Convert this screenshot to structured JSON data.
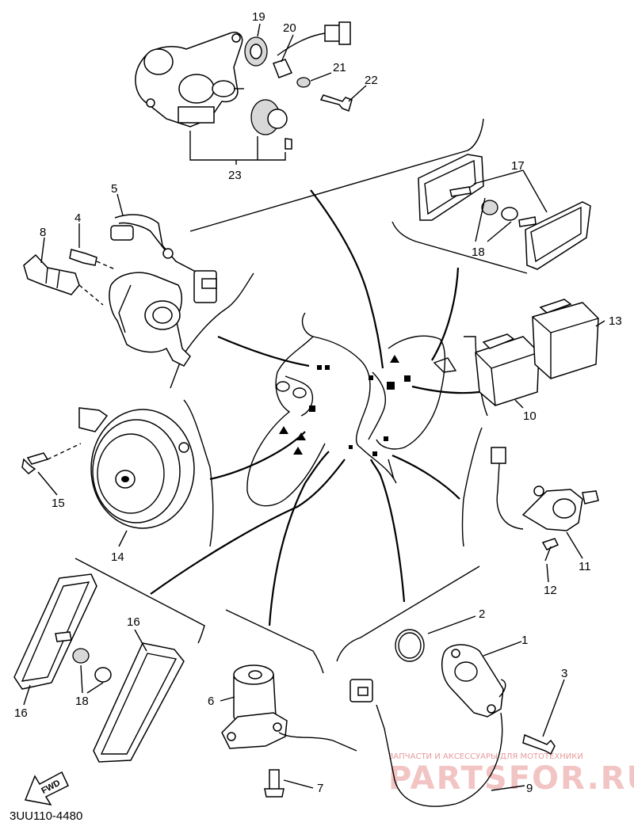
{
  "callouts": {
    "p1": "1",
    "p2": "2",
    "p3": "3",
    "p4": "4",
    "p5": "5",
    "p6": "6",
    "p7": "7",
    "p8": "8",
    "p9": "9",
    "p10": "10",
    "p11": "11",
    "p12": "12",
    "p13": "13",
    "p14": "14",
    "p15": "15",
    "p16a": "16",
    "p16b": "16",
    "p17": "17",
    "p18a": "18",
    "p18b": "18",
    "p19": "19",
    "p20": "20",
    "p21": "21",
    "p22": "22",
    "p23": "23"
  },
  "fwd_label": "FWD",
  "diagram_code": "3UU110-4480",
  "watermark": {
    "tagline": "ЗАПЧАСТИ И АКСЕССУАРЫ ДЛЯ МОТОТЕХНИКИ",
    "brand": "PARTSFOR.RU"
  }
}
